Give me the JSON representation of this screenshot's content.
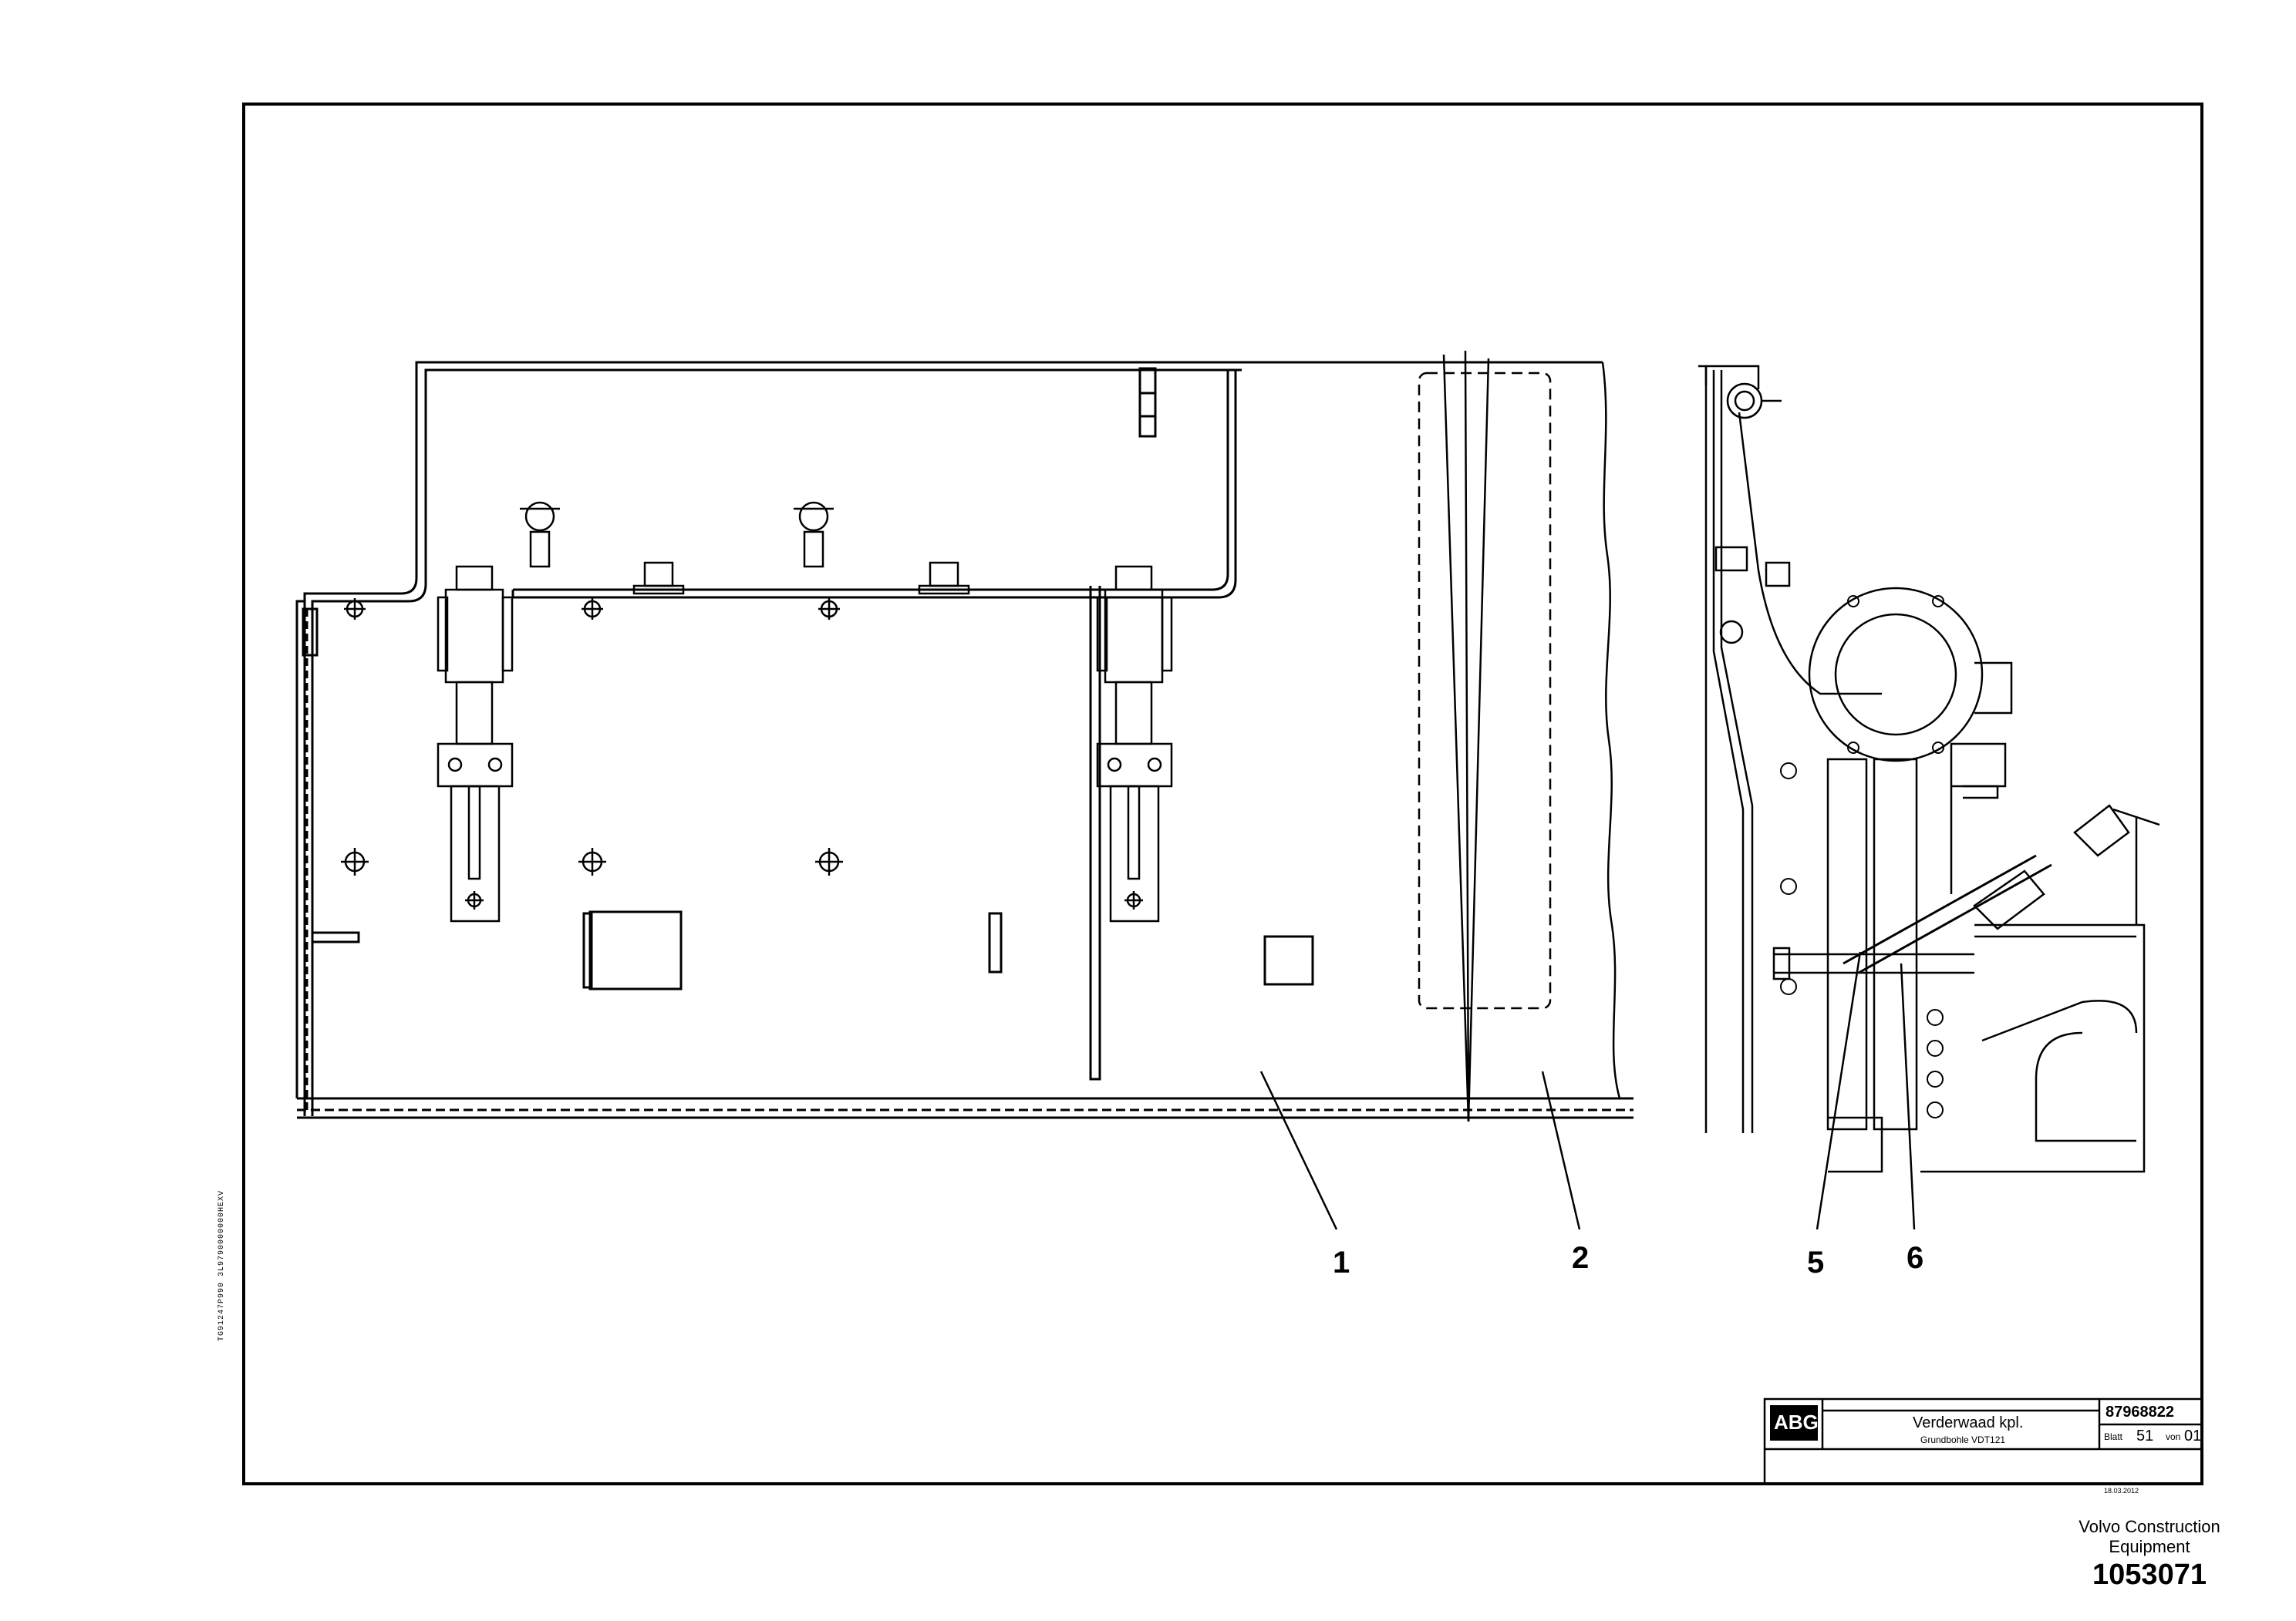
{
  "callouts": [
    {
      "label": "1"
    },
    {
      "label": "2"
    },
    {
      "label": "5"
    },
    {
      "label": "6"
    }
  ],
  "title_block": {
    "logo": "ABG",
    "drawing_number": "87968822",
    "title": "Verderwaad kpl.",
    "subtitle": "Grundbohle VDT121",
    "sheet_label": "Blatt",
    "sheet_number": "51",
    "sheet_of_label": "von",
    "sheet_total": "01",
    "date": "18.03.2012"
  },
  "side_code": "TG91247P990 3L9790000000HEXV",
  "vendor": {
    "line1": "Volvo Construction",
    "line2": "Equipment",
    "doc_number": "1053071"
  }
}
